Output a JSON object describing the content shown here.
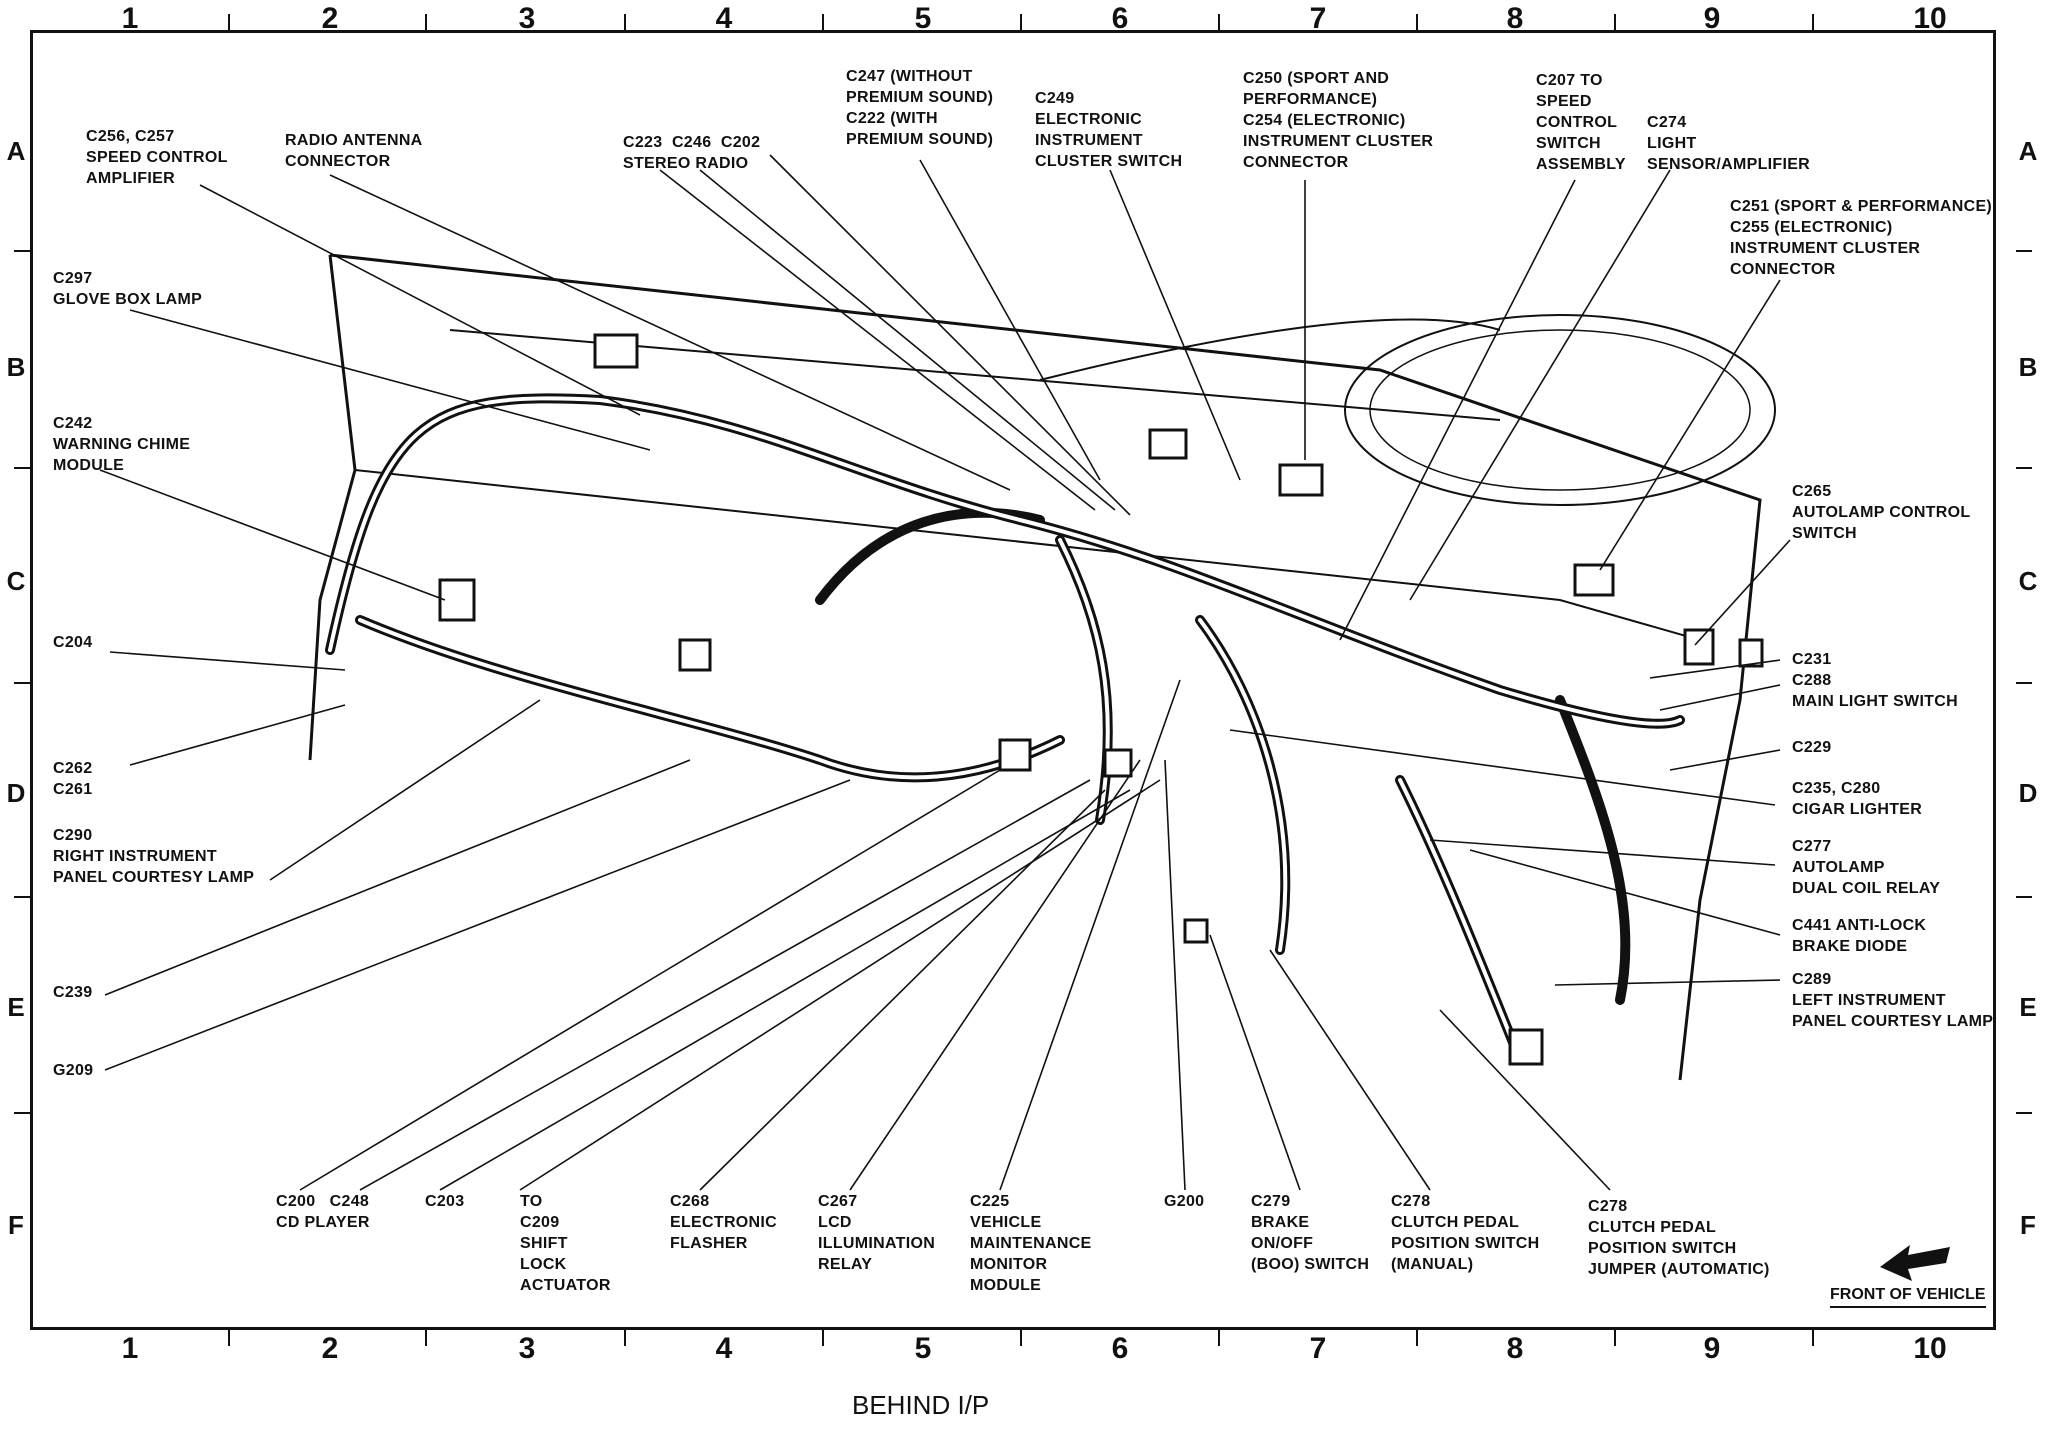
{
  "grid": {
    "columns": [
      "1",
      "2",
      "3",
      "4",
      "5",
      "6",
      "7",
      "8",
      "9",
      "10"
    ],
    "rows": [
      "A",
      "B",
      "C",
      "D",
      "E",
      "F"
    ]
  },
  "title": "BEHIND I/P",
  "front_of_vehicle": "FRONT OF VEHICLE",
  "callouts": {
    "c256": "C256, C257\nSPEED CONTROL\nAMPLIFIER",
    "radio_antenna": "RADIO ANTENNA\nCONNECTOR",
    "c223": "C223  C246  C202\nSTEREO RADIO",
    "c247": "C247 (WITHOUT\nPREMIUM SOUND)\nC222 (WITH\nPREMIUM SOUND)",
    "c249": "C249\nELECTRONIC\nINSTRUMENT\nCLUSTER SWITCH",
    "c250": "C250 (SPORT AND\nPERFORMANCE)\nC254 (ELECTRONIC)\nINSTRUMENT CLUSTER\nCONNECTOR",
    "c207": "C207 TO\nSPEED\nCONTROL\nSWITCH\nASSEMBLY",
    "c274": "C274\nLIGHT\nSENSOR/AMPLIFIER",
    "c251": "C251 (SPORT & PERFORMANCE)\nC255 (ELECTRONIC)\nINSTRUMENT CLUSTER\nCONNECTOR",
    "c297": "C297\nGLOVE BOX LAMP",
    "c242": "C242\nWARNING CHIME\nMODULE",
    "c265": "C265\nAUTOLAMP CONTROL\nSWITCH",
    "c204": "C204",
    "c231": "C231",
    "c288": "C288\nMAIN LIGHT SWITCH",
    "c262": "C262\nC261",
    "c229": "C229",
    "c235": "C235, C280\nCIGAR LIGHTER",
    "c290": "C290\nRIGHT INSTRUMENT\nPANEL COURTESY LAMP",
    "c277": "C277\nAUTOLAMP\nDUAL COIL RELAY",
    "c441": "C441 ANTI-LOCK\nBRAKE DIODE",
    "c239": "C239",
    "c289": "C289\nLEFT INSTRUMENT\nPANEL COURTESY LAMP",
    "g209": "G209",
    "c200": "C200   C248\nCD PLAYER",
    "c203": "C203",
    "to_c209": "TO\nC209\nSHIFT\nLOCK\nACTUATOR",
    "c268": "C268\nELECTRONIC\nFLASHER",
    "c267": "C267\nLCD\nILLUMINATION\nRELAY",
    "c225": "C225\nVEHICLE\nMAINTENANCE\nMONITOR\nMODULE",
    "g200": "G200",
    "c279": "C279\nBRAKE\nON/OFF\n(BOO) SWITCH",
    "c278_manual": "C278\nCLUTCH PEDAL\nPOSITION SWITCH\n(MANUAL)",
    "c278_auto": "C278\nCLUTCH PEDAL\nPOSITION SWITCH\nJUMPER (AUTOMATIC)"
  }
}
